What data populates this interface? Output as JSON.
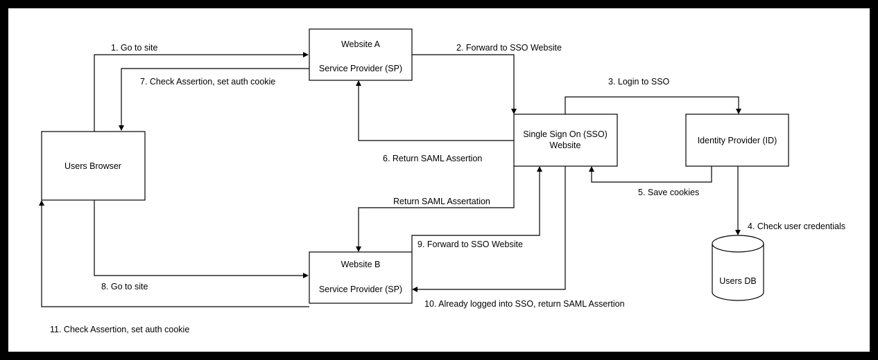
{
  "nodes": {
    "website_a": {
      "line1": "Website A",
      "line2": "Service Provider (SP)"
    },
    "website_b": {
      "line1": "Website B",
      "line2": "Service Provider (SP)"
    },
    "users_browser": {
      "label": "Users Browser"
    },
    "sso": {
      "line1": "Single Sign On (SSO)",
      "line2": "Website"
    },
    "identity_provider": {
      "label": "Identity Provider (ID)"
    },
    "users_db": {
      "label": "Users DB"
    }
  },
  "edges": {
    "e1": "1. Go to site",
    "e2": "2. Forward to SSO Website",
    "e3": "3. Login to SSO",
    "e4": "4. Check user credentials",
    "e5": "5. Save cookies",
    "e6": "6. Return SAML Assertion",
    "e7": "7. Check Assertion, set auth cookie",
    "e8": "8. Go to site",
    "e9": "9. Forward to SSO Website",
    "e10": "10. Already logged into SSO, return SAML Assertion",
    "e11": "11. Check Assertion, set auth cookie",
    "e_return": "Return SAML Assertation"
  }
}
